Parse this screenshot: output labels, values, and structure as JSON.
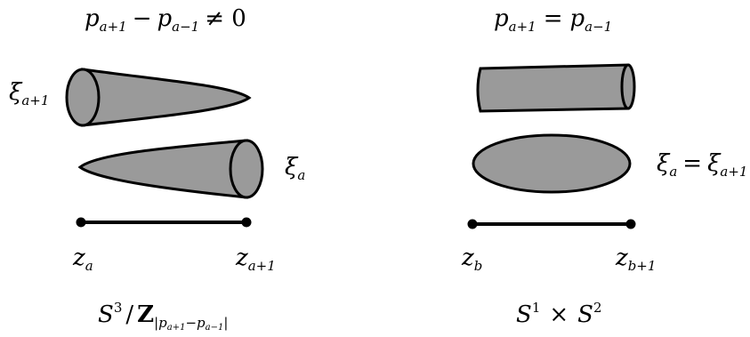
{
  "left_panel": {
    "top_formula": {
      "p": "p",
      "sub1": "a+1",
      "minus": "−",
      "sub2": "a−1",
      "rel": "≠ 0"
    },
    "xi_upper": {
      "xi": "ξ",
      "sub": "a+1"
    },
    "xi_lower": {
      "xi": "ξ",
      "sub": "a"
    },
    "z_left": {
      "z": "z",
      "sub": "a"
    },
    "z_right": {
      "z": "z",
      "sub": "a+1"
    },
    "bottom_formula": {
      "S": "S",
      "sup": "3",
      "slash": "/",
      "Z": "Z",
      "sub": "|p",
      "sub_a1": "a+1",
      "sub_minus": "−p",
      "sub_a2": "a−1",
      "sub_bar": "|"
    }
  },
  "right_panel": {
    "top_formula": {
      "p": "p",
      "sub1": "a+1",
      "eq": "=",
      "sub2": "a−1"
    },
    "xi_equal": {
      "xi": "ξ",
      "sub1": "a",
      "eq": "=",
      "sub2": "a+1"
    },
    "z_left": {
      "z": "z",
      "sub": "b"
    },
    "z_right": {
      "z": "z",
      "sub": "b+1"
    },
    "bottom_formula": {
      "S1": "S",
      "sup1": "1",
      "times": "×",
      "S2": "S",
      "sup2": "2"
    }
  },
  "colors": {
    "shape_fill": "#9a9a9a",
    "stroke": "#000000"
  }
}
